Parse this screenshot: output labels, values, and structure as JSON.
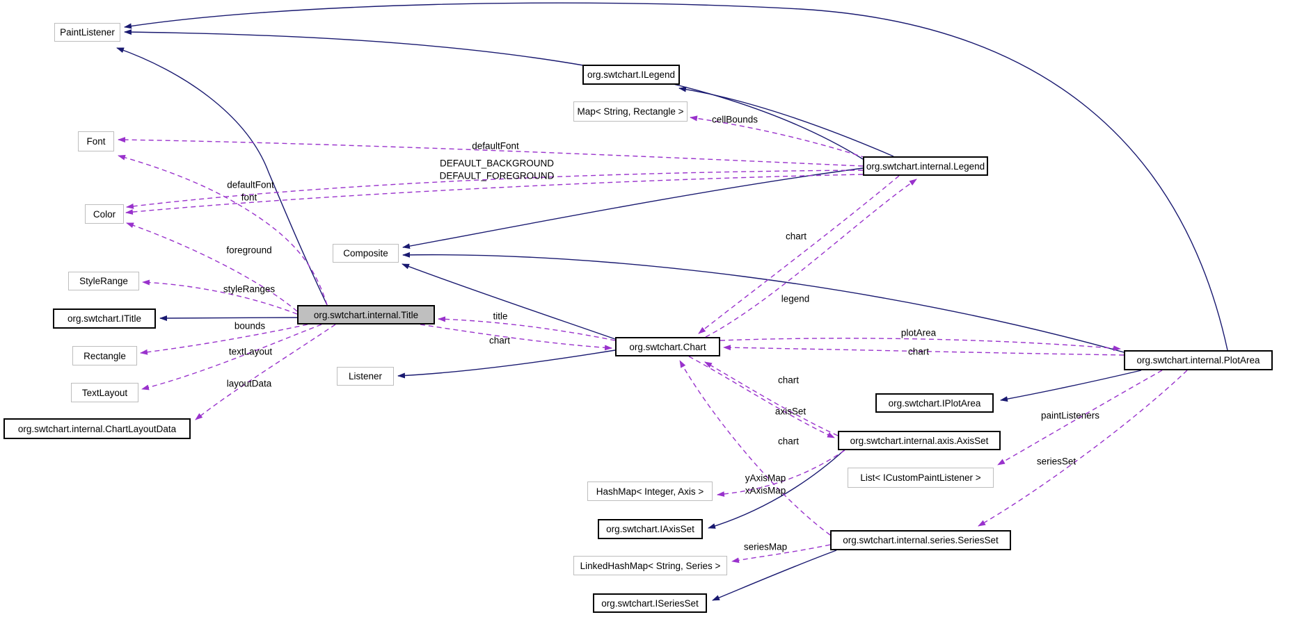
{
  "diagram": {
    "kind": "class-collaboration-graph",
    "main_class": "org.swtchart.internal.Title",
    "colors": {
      "background": "#ffffff",
      "inheritance_edge": "#191970",
      "usage_edge": "#9932cc",
      "node_fill": "#ffffff",
      "main_node_fill": "#bfbfbf",
      "external_node_border": "#bdbdbd",
      "documented_node_border": "#000000",
      "text": "#000000"
    },
    "nodes": [
      {
        "label": "PaintListener",
        "kind": "external"
      },
      {
        "label": "org.swtchart.ILegend",
        "kind": "documented"
      },
      {
        "label": "Map< String, Rectangle >",
        "kind": "external"
      },
      {
        "label": "org.swtchart.internal.Legend",
        "kind": "documented"
      },
      {
        "label": "Font",
        "kind": "external"
      },
      {
        "label": "Color",
        "kind": "external"
      },
      {
        "label": "Composite",
        "kind": "external"
      },
      {
        "label": "StyleRange",
        "kind": "external"
      },
      {
        "label": "org.swtchart.ITitle",
        "kind": "documented"
      },
      {
        "label": "org.swtchart.internal.Title",
        "kind": "main"
      },
      {
        "label": "Rectangle",
        "kind": "external"
      },
      {
        "label": "TextLayout",
        "kind": "external"
      },
      {
        "label": "org.swtchart.internal.ChartLayoutData",
        "kind": "documented"
      },
      {
        "label": "Listener",
        "kind": "external"
      },
      {
        "label": "org.swtchart.Chart",
        "kind": "documented"
      },
      {
        "label": "org.swtchart.internal.PlotArea",
        "kind": "documented"
      },
      {
        "label": "org.swtchart.IPlotArea",
        "kind": "documented"
      },
      {
        "label": "org.swtchart.internal.axis.AxisSet",
        "kind": "documented"
      },
      {
        "label": "List< ICustomPaintListener >",
        "kind": "external"
      },
      {
        "label": "HashMap< Integer, Axis >",
        "kind": "external"
      },
      {
        "label": "org.swtchart.IAxisSet",
        "kind": "documented"
      },
      {
        "label": "LinkedHashMap< String, Series >",
        "kind": "external"
      },
      {
        "label": "org.swtchart.internal.series.SeriesSet",
        "kind": "documented"
      },
      {
        "label": "org.swtchart.ISeriesSet",
        "kind": "documented"
      }
    ],
    "edge_labels": [
      {
        "text": "cellBounds"
      },
      {
        "text": "defaultFont"
      },
      {
        "text": "DEFAULT_BACKGROUND"
      },
      {
        "text": "DEFAULT_FOREGROUND"
      },
      {
        "text": "defaultFont"
      },
      {
        "text": "font"
      },
      {
        "text": "foreground"
      },
      {
        "text": "styleRanges"
      },
      {
        "text": "bounds"
      },
      {
        "text": "textLayout"
      },
      {
        "text": "layoutData"
      },
      {
        "text": "title"
      },
      {
        "text": "chart"
      },
      {
        "text": "chart"
      },
      {
        "text": "legend"
      },
      {
        "text": "plotArea"
      },
      {
        "text": "chart"
      },
      {
        "text": "chart"
      },
      {
        "text": "axisSet"
      },
      {
        "text": "chart"
      },
      {
        "text": "paintListeners"
      },
      {
        "text": "seriesSet"
      },
      {
        "text": "yAxisMap"
      },
      {
        "text": "xAxisMap"
      },
      {
        "text": "seriesMap"
      }
    ],
    "edges": [
      {
        "from": "org.swtchart.internal.Legend",
        "to": "PaintListener",
        "relation": "inheritance",
        "label": ""
      },
      {
        "from": "org.swtchart.internal.PlotArea",
        "to": "PaintListener",
        "relation": "inheritance",
        "label": ""
      },
      {
        "from": "org.swtchart.internal.Title",
        "to": "PaintListener",
        "relation": "inheritance",
        "label": ""
      },
      {
        "from": "org.swtchart.internal.Legend",
        "to": "org.swtchart.ILegend",
        "relation": "inheritance",
        "label": ""
      },
      {
        "from": "org.swtchart.internal.Legend",
        "to": "Composite",
        "relation": "inheritance",
        "label": ""
      },
      {
        "from": "org.swtchart.internal.PlotArea",
        "to": "Composite",
        "relation": "inheritance",
        "label": ""
      },
      {
        "from": "org.swtchart.Chart",
        "to": "Composite",
        "relation": "inheritance",
        "label": ""
      },
      {
        "from": "org.swtchart.internal.Title",
        "to": "org.swtchart.ITitle",
        "relation": "inheritance",
        "label": ""
      },
      {
        "from": "org.swtchart.Chart",
        "to": "Listener",
        "relation": "inheritance",
        "label": ""
      },
      {
        "from": "org.swtchart.internal.PlotArea",
        "to": "org.swtchart.IPlotArea",
        "relation": "inheritance",
        "label": ""
      },
      {
        "from": "org.swtchart.internal.axis.AxisSet",
        "to": "org.swtchart.IAxisSet",
        "relation": "inheritance",
        "label": ""
      },
      {
        "from": "org.swtchart.internal.series.SeriesSet",
        "to": "org.swtchart.ISeriesSet",
        "relation": "inheritance",
        "label": ""
      },
      {
        "from": "org.swtchart.internal.Legend",
        "to": "Font",
        "relation": "usage",
        "label": "defaultFont"
      },
      {
        "from": "org.swtchart.internal.Legend",
        "to": "Color",
        "relation": "usage",
        "label": "DEFAULT_BACKGROUND"
      },
      {
        "from": "org.swtchart.internal.Legend",
        "to": "Color",
        "relation": "usage",
        "label": "DEFAULT_FOREGROUND"
      },
      {
        "from": "org.swtchart.internal.Legend",
        "to": "Map< String, Rectangle >",
        "relation": "usage",
        "label": "cellBounds"
      },
      {
        "from": "org.swtchart.internal.Legend",
        "to": "org.swtchart.Chart",
        "relation": "usage",
        "label": "chart"
      },
      {
        "from": "org.swtchart.Chart",
        "to": "org.swtchart.internal.Legend",
        "relation": "usage",
        "label": "legend"
      },
      {
        "from": "org.swtchart.internal.Title",
        "to": "Font",
        "relation": "usage",
        "label": "defaultFont\nfont"
      },
      {
        "from": "org.swtchart.internal.Title",
        "to": "Color",
        "relation": "usage",
        "label": "foreground"
      },
      {
        "from": "org.swtchart.internal.Title",
        "to": "StyleRange",
        "relation": "usage",
        "label": "styleRanges"
      },
      {
        "from": "org.swtchart.Chart",
        "to": "org.swtchart.internal.Title",
        "relation": "usage",
        "label": "title"
      },
      {
        "from": "org.swtchart.internal.Title",
        "to": "org.swtchart.Chart",
        "relation": "usage",
        "label": "chart"
      },
      {
        "from": "org.swtchart.internal.Title",
        "to": "Rectangle",
        "relation": "usage",
        "label": "bounds"
      },
      {
        "from": "org.swtchart.internal.Title",
        "to": "TextLayout",
        "relation": "usage",
        "label": "textLayout"
      },
      {
        "from": "org.swtchart.internal.Title",
        "to": "org.swtchart.internal.ChartLayoutData",
        "relation": "usage",
        "label": "layoutData"
      },
      {
        "from": "org.swtchart.internal.PlotArea",
        "to": "org.swtchart.Chart",
        "relation": "usage",
        "label": "chart"
      },
      {
        "from": "org.swtchart.Chart",
        "to": "org.swtchart.internal.PlotArea",
        "relation": "usage",
        "label": "plotArea"
      },
      {
        "from": "org.swtchart.internal.axis.AxisSet",
        "to": "org.swtchart.Chart",
        "relation": "usage",
        "label": "chart"
      },
      {
        "from": "org.swtchart.Chart",
        "to": "org.swtchart.internal.axis.AxisSet",
        "relation": "usage",
        "label": "axisSet"
      },
      {
        "from": "org.swtchart.internal.series.SeriesSet",
        "to": "org.swtchart.Chart",
        "relation": "usage",
        "label": "chart"
      },
      {
        "from": "org.swtchart.internal.PlotArea",
        "to": "org.swtchart.internal.series.SeriesSet",
        "relation": "usage",
        "label": "seriesSet"
      },
      {
        "from": "org.swtchart.internal.PlotArea",
        "to": "List< ICustomPaintListener >",
        "relation": "usage",
        "label": "paintListeners"
      },
      {
        "from": "org.swtchart.internal.axis.AxisSet",
        "to": "HashMap< Integer, Axis >",
        "relation": "usage",
        "label": "yAxisMap\nxAxisMap"
      },
      {
        "from": "org.swtchart.internal.series.SeriesSet",
        "to": "LinkedHashMap< String, Series >",
        "relation": "usage",
        "label": "seriesMap"
      }
    ]
  }
}
